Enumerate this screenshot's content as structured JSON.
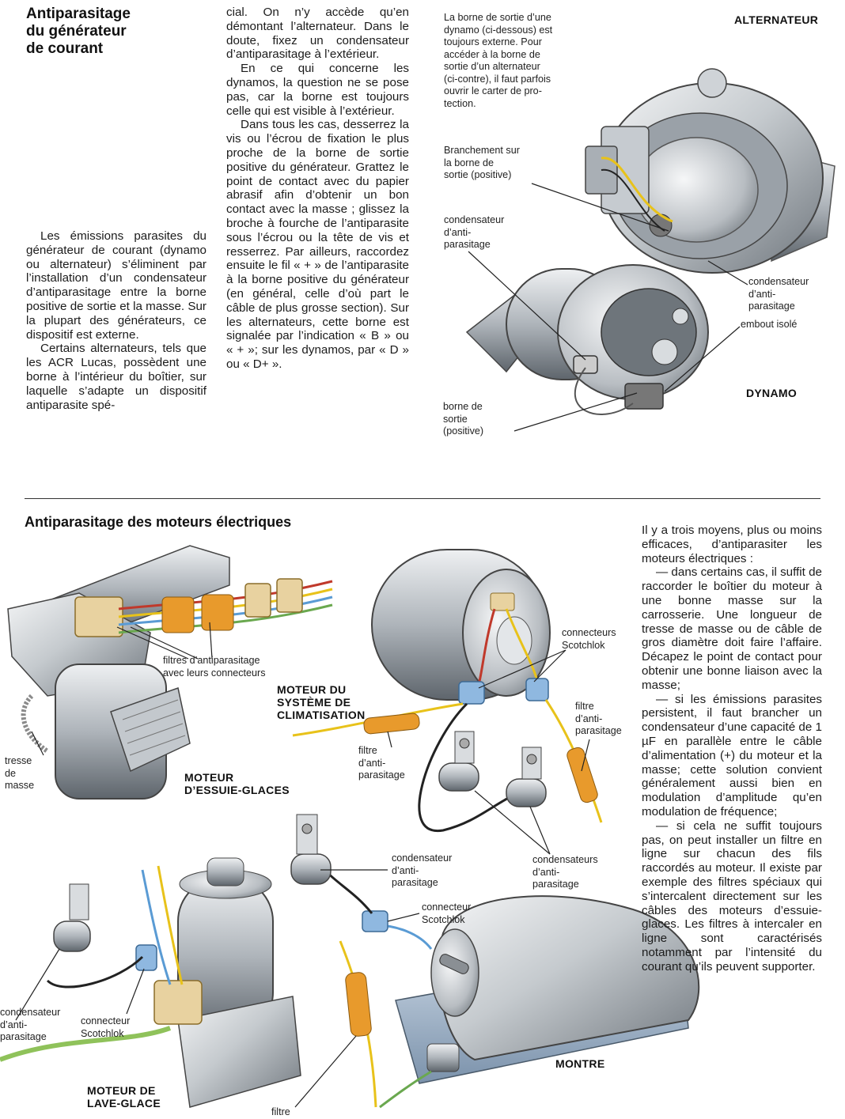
{
  "section1": {
    "title": [
      "Antiparasitage",
      "du générateur",
      "de courant"
    ],
    "col1": [
      "Les émissions parasites du générateur de courant (dynamo ou alternateur) s’éliminent par l’installation d’un condensateur d’antiparasitage entre la borne positive de sortie et la masse. Sur la plupart des générateurs, ce dispositif est externe.",
      "Certains alternateurs, tels que les ACR Lucas, possèdent une borne à l’intérieur du boîtier, sur laquelle s’adapte un dispositif antiparasite spé-"
    ],
    "col2": [
      "cial. On n’y accède qu’en démontant l’alternateur. Dans le doute, fixez un condensateur d’antiparasitage à l’extérieur.",
      "En ce qui concerne les dynamos, la question ne se pose pas, car la borne est toujours celle qui est visible à l’extérieur.",
      "Dans tous les cas, desserrez la vis ou l’écrou de fixation le plus proche de la borne de sortie positive du générateur. Grattez le point de contact avec du papier abrasif afin d’obtenir un bon contact avec la masse ; glissez la broche à fourche de l’antiparasite sous l’écrou ou la tête de vis et resserrez. Par ailleurs, raccordez ensuite le fil « + » de l’antiparasite à la borne positive du générateur (en général, celle d’où part le câble de plus grosse section). Sur les alternateurs, cette borne est signalée par l’indication « B » ou « + »; sur les dynamos, par « D » ou « D+ »."
    ],
    "caption_intro": [
      "La borne de sortie d’une",
      "dynamo (ci-dessous) est",
      "toujours externe. Pour",
      "accéder à la borne de",
      "sortie d’un alternateur",
      "(ci-contre), il faut parfois",
      "ouvrir le carter de pro-",
      "tection."
    ],
    "labels": {
      "alternateur": "ALTERNATEUR",
      "dynamo": "DYNAMO",
      "branchement": [
        "Branchement sur",
        "la borne de",
        "sortie (positive)"
      ],
      "condensateur_left": [
        "condensateur",
        "d’anti-",
        "parasitage"
      ],
      "condensateur_right": [
        "condensateur",
        "d’anti-",
        "parasitage"
      ],
      "embout": "embout isolé",
      "borne": [
        "borne de",
        "sortie",
        "(positive)"
      ]
    }
  },
  "section2": {
    "title": "Antiparasitage des moteurs électriques",
    "text": [
      "Il y a trois moyens, plus ou moins efficaces, d’antiparasiter les moteurs électriques :",
      "— dans certains cas, il suffit de raccorder le boîtier du moteur à une bonne masse sur la carrosserie. Une longueur de tresse de masse ou de câble de gros diamètre doit faire l’affaire. Décapez le point de contact pour obtenir une bonne liaison avec la masse;",
      "— si les émissions parasites persistent, il faut brancher un condensateur d’une capacité de 1 µF en parallèle entre le câble d’alimentation (+) du moteur et la masse; cette solution convient généralement aussi bien en modulation d’amplitude qu’en modulation de fréquence;",
      "— si cela ne suffit toujours pas, on peut installer un filtre en ligne sur chacun des fils raccordés au moteur. Il existe par exemple des filtres spéciaux qui s’intercalent directement sur les câbles des moteurs d’essuie-glaces. Les filtres à intercaler en ligne sont caractérisés notamment par l’intensité du courant qu’ils peuvent supporter."
    ],
    "labels": {
      "filtres_antiparasitage": [
        "filtres d’antiparasitage",
        "avec leurs connecteurs"
      ],
      "tresse": [
        "tresse",
        "de",
        "masse"
      ],
      "moteur_essuie": [
        "MOTEUR",
        "D’ESSUIE-GLACES"
      ],
      "moteur_clim": [
        "MOTEUR DU",
        "SYSTÈME DE",
        "CLIMATISATION"
      ],
      "connecteurs_scotchlok": [
        "connecteurs",
        "Scotchlok"
      ],
      "filtre_right": [
        "filtre",
        "d’anti-",
        "parasitage"
      ],
      "filtre_mid": [
        "filtre",
        "d’anti-",
        "parasitage"
      ],
      "condensateurs": [
        "condensateurs",
        "d’anti-",
        "parasitage"
      ],
      "condensateur_mid": [
        "condensateur",
        "d’anti-",
        "parasitage"
      ],
      "connecteur_scotchlok_mid": [
        "connecteur",
        "Scotchlok"
      ],
      "condensateur_left": [
        "condensateur",
        "d’anti-",
        "parasitage"
      ],
      "connecteur_scotchlok_left": [
        "connecteur",
        "Scotchlok"
      ],
      "moteur_lave": [
        "MOTEUR DE",
        "LAVE-GLACE"
      ],
      "montre": "MONTRE",
      "filtre_bottom": "filtre"
    }
  },
  "colors": {
    "metal_light": "#e6e8ea",
    "metal_mid": "#b9bec4",
    "metal_dark": "#6f767d",
    "wire_red": "#c0392b",
    "wire_yellow": "#e8c21a",
    "wire_blue": "#5a9bd4",
    "wire_green": "#6aa84f",
    "filter_orange": "#e89a2c",
    "connector_cream": "#e8d2a0",
    "connector_blue": "#8fb8e0"
  }
}
